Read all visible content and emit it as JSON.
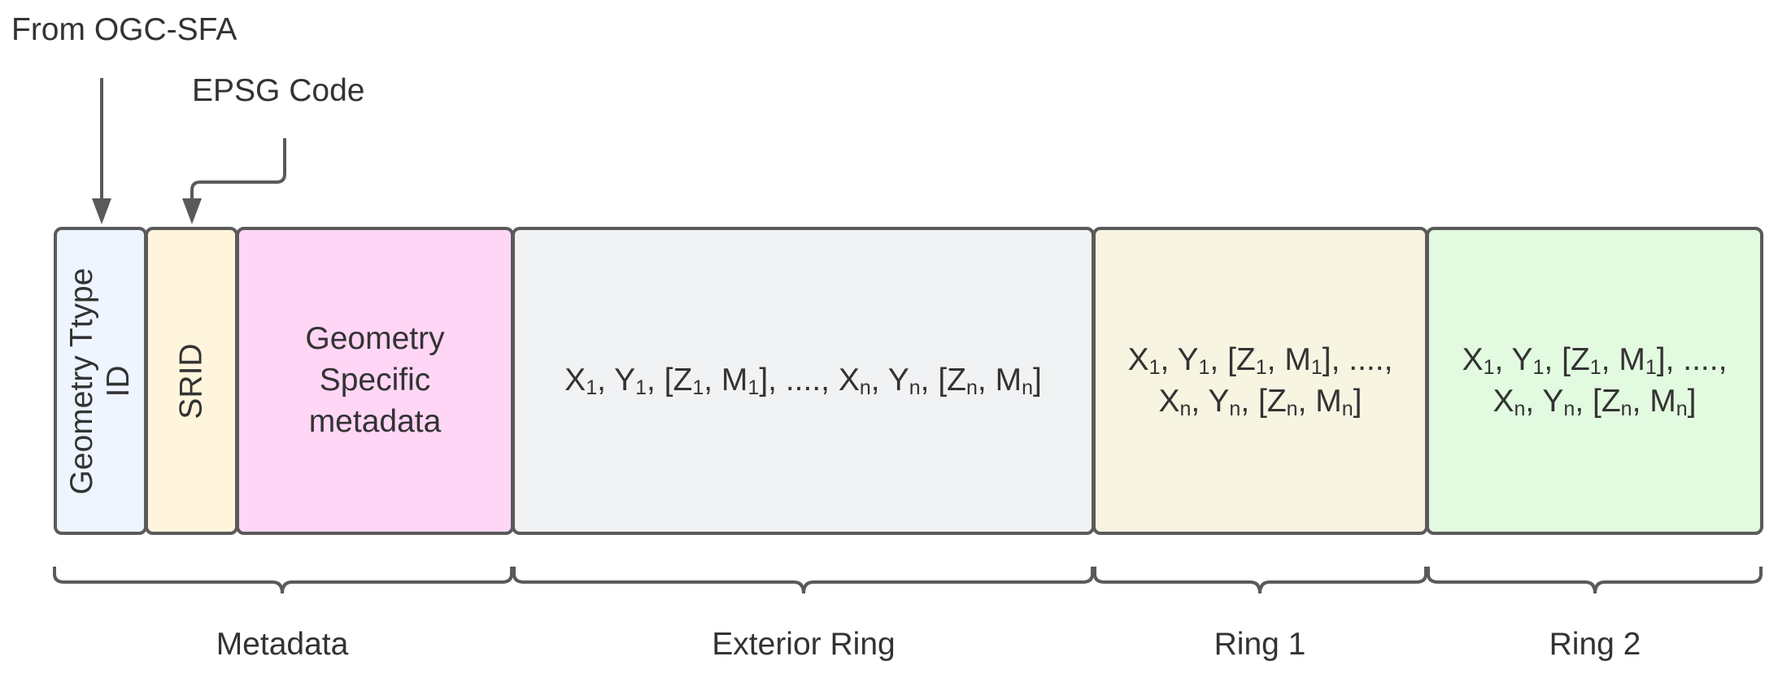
{
  "annotations": {
    "from_ogc_sfa": "From OGC-SFA",
    "epsg_code": "EPSG Code"
  },
  "boxes": {
    "geometry_type_id": {
      "line1": "Geometry Ttype",
      "line2": "ID",
      "fill": "#eef5ff"
    },
    "srid": {
      "label": "SRID",
      "fill": "#fff5dc"
    },
    "geometry_metadata": {
      "line1": "Geometry",
      "line2": "Specific",
      "line3": "metadata",
      "fill": "#ffd6f5"
    },
    "exterior_ring": {
      "fill": "#f1f2f4"
    },
    "ring1": {
      "fill": "#f7f4e2"
    },
    "ring2": {
      "fill": "#e2fae0"
    }
  },
  "coords": {
    "x": "X",
    "y": "Y",
    "z": "Z",
    "m": "M",
    "i1": "1",
    "in": "n",
    "sep": ", ",
    "open": "[",
    "close": "]",
    "ellipsis": "....",
    "comma": ","
  },
  "groups": {
    "metadata": "Metadata",
    "exterior_ring": "Exterior Ring",
    "ring1": "Ring 1",
    "ring2": "Ring 2"
  },
  "colors": {
    "stroke": "#5a5a5a",
    "text": "#333333"
  }
}
